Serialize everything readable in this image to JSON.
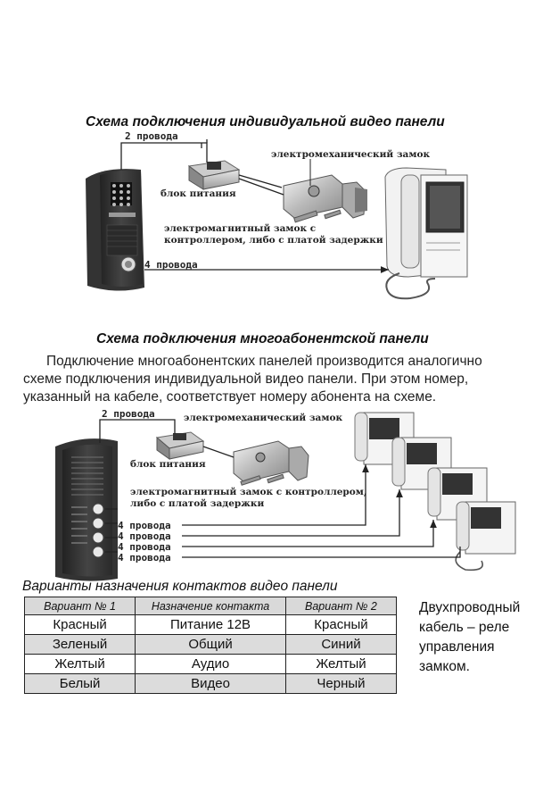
{
  "diagram1": {
    "title": "Схема подключения индивидуальной видео панели",
    "labels": {
      "two_wires": "2 провода",
      "electromech_lock": "электромеханический замок",
      "power_block": "блок питания",
      "electromag_lock_1": "электромагнитный замок с",
      "electromag_lock_2": "контроллером, либо с платой задержки",
      "four_wires": "4 провода"
    }
  },
  "diagram2": {
    "title": "Схема подключения многоабонентской панели",
    "paragraph": [
      "Подключение многоабонентских  панелей производится аналогично",
      "схеме подключения индивидуальной  видео панели. При этом номер,",
      "указанный на кабеле, соответствует номеру абонента на схеме."
    ],
    "labels": {
      "two_wires": "2 провода",
      "electromech_lock": "электромеханический замок",
      "power_block": "блок питания",
      "electromag_lock_1": "электромагнитный замок с контроллером,",
      "electromag_lock_2": "либо с платой задержки",
      "four_wires": [
        "4 провода",
        "4 провода",
        "4 провода",
        "4 провода"
      ]
    }
  },
  "contacts": {
    "title": "Варианты назначения контактов видео панели",
    "headers": [
      "Вариант № 1",
      "Назначение контакта",
      "Вариант № 2"
    ],
    "rows": [
      [
        "Красный",
        "Питание 12В",
        "Красный"
      ],
      [
        "Зеленый",
        "Общий",
        "Синий"
      ],
      [
        "Желтый",
        "Аудио",
        "Желтый"
      ],
      [
        "Белый",
        "Видео",
        "Черный"
      ]
    ],
    "note": [
      "Двухпроводный",
      "кабель – реле",
      "управления",
      "замком."
    ]
  }
}
